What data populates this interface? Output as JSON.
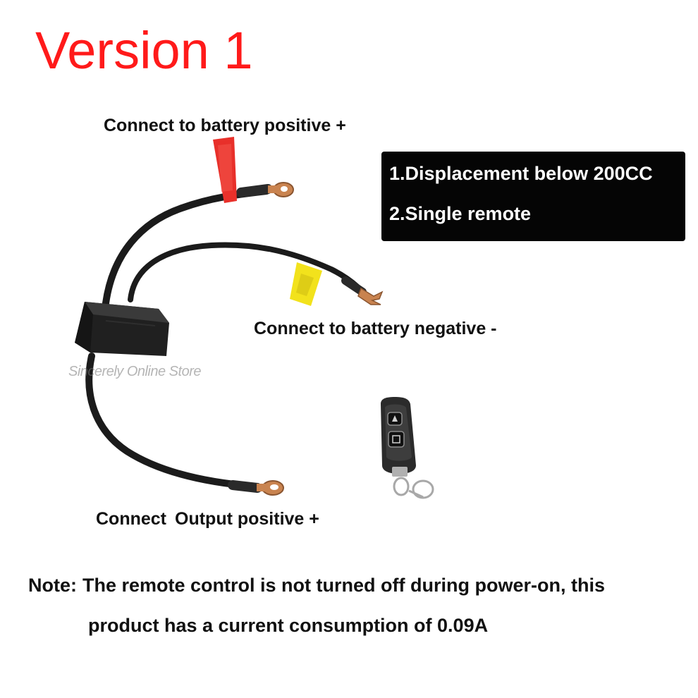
{
  "header": {
    "title": "Version 1"
  },
  "labels": {
    "battery_positive": "Connect to battery positive +",
    "battery_negative": "Connect to battery negative -",
    "output_word": "Connect",
    "output_rest": "Output positive +"
  },
  "specs": {
    "items": [
      "1.Displacement below 200CC",
      "2.Single remote"
    ]
  },
  "watermark": {
    "text": "Sincerely Online Store"
  },
  "note": {
    "prefix": "Note:",
    "line1": "The remote control is not turned off during power-on, this",
    "line2": "product has a current consumption of 0.09A"
  },
  "colors": {
    "title": "#ff1a1a",
    "red_tag": "#e8302a",
    "yellow_tag": "#f2e21c",
    "cable": "#1b1b1b",
    "terminal": "#c9834f",
    "spec_box": "#050505"
  },
  "icons": {
    "relay": "relay-module-icon",
    "remote": "remote-control-keyfob-icon"
  }
}
